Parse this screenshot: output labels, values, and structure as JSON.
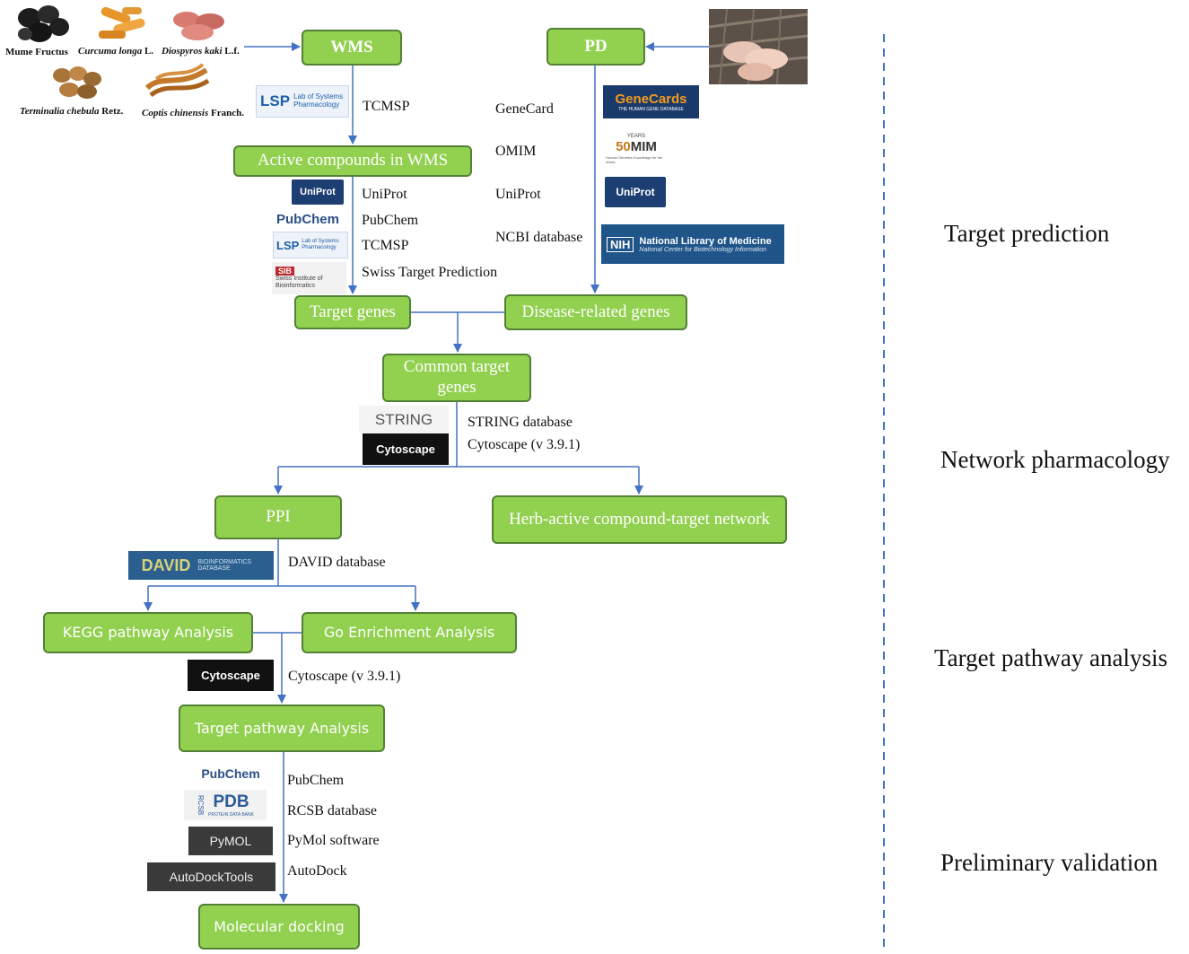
{
  "colors": {
    "box_fill": "#92d050",
    "box_border": "#538135",
    "arrow": "#4472c4",
    "divider": "#4472c4"
  },
  "herbs": [
    {
      "label": "Mume Fructus",
      "italic": ""
    },
    {
      "label": " L.",
      "italic": "Curcuma longa"
    },
    {
      "label": " L.f.",
      "italic": "Diospyros kaki"
    },
    {
      "label": " Retz.",
      "italic": "Terminalia chebula"
    },
    {
      "label": " Franch.",
      "italic": "Coptis chinensis"
    }
  ],
  "boxes": {
    "wms": "WMS",
    "pd": "PD",
    "active": "Active compounds in WMS",
    "target_genes": "Target genes",
    "disease_genes": "Disease-related genes",
    "common_line1": "Common target",
    "common_line2": "genes",
    "ppi": "PPI",
    "herb_network": "Herb-active compound-target network",
    "kegg": "KEGG pathway Analysis",
    "go": "Go Enrichment Analysis",
    "target_pathway": "Target pathway Analysis",
    "docking": "Molecular docking"
  },
  "labels": {
    "tcmsp1": "TCMSP",
    "uniprot_left": "UniProt",
    "pubchem_left": "PubChem",
    "tcmsp2": "TCMSP",
    "swiss": "Swiss Target Prediction",
    "genecard": "GeneCard",
    "omim": "OMIM",
    "uniprot_right": "UniProt",
    "ncbi": "NCBI database",
    "string": "STRING database",
    "cytoscape1": "Cytoscape (v 3.9.1)",
    "david": "DAVID database",
    "cytoscape2": "Cytoscape (v 3.9.1)",
    "pubchem2": "PubChem",
    "rcsb": "RCSB database",
    "pymol": "PyMol software",
    "autodock": "AutoDock"
  },
  "logos": {
    "lsp1_mark": "LSP",
    "lsp1_text": "Lab of Systems Pharmacology",
    "uniprot1": "UniProt",
    "pubchem1": "PubChem",
    "lsp2_mark": "LSP",
    "lsp2_text": "Lab of Systems Pharmacology",
    "sib_mark": "SIB",
    "sib_text": "Swiss Institute of Bioinformatics",
    "genecards": "GeneCards",
    "genecards_sub": "THE HUMAN GENE DATABASE",
    "omim_years": "YEARS",
    "omim_num": "50",
    "omim": "MIM",
    "omim_sub": "Human Genetics Knowledge for the World",
    "uniprot2": "UniProt",
    "nih_mark": "NIH",
    "nih_text": "National Library of Medicine",
    "nih_sub": "National Center for Biotechnology Information",
    "string": "STRING",
    "cytoscape1": "Cytoscape",
    "david": "DAVID",
    "david_sub": "BIOINFORMATICS DATABASE",
    "cytoscape2": "Cytoscape",
    "pubchem2": "PubChem",
    "pdb_side": "RCSB",
    "pdb": "PDB",
    "pdb_sub": "PROTEIN DATA BANK",
    "pymol": "PyMOL",
    "autodock": "AutoDockTools"
  },
  "stages": {
    "target_prediction": "Target prediction",
    "network_pharmacology": "Network pharmacology",
    "target_pathway_analysis": "Target pathway analysis",
    "preliminary_validation": "Preliminary validation"
  }
}
